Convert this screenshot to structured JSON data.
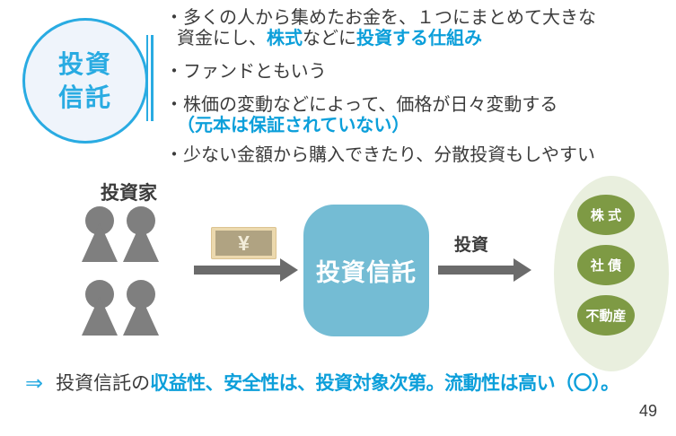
{
  "colors": {
    "accent_blue": "#29abe2",
    "highlight_blue": "#0c9fda",
    "box_teal": "#74bcd4",
    "olive_green": "#7e9a44",
    "pale_green": "#e9efde",
    "figure_gray": "#7f7f7f",
    "arrow_gray": "#6b6b6b",
    "note_outer": "#ecd9ae",
    "note_inner": "#b0a382",
    "note_symbol": "#f2ecd9",
    "text_dark": "#3b3b3b"
  },
  "topic": {
    "line1": "投資",
    "line2": "信託"
  },
  "bullets": {
    "b1_line1": "・多くの人から集めたお金を、１つにまとめて大きな",
    "b1_line2_pre": "資金にし、",
    "b1_line2_hl1": "株式",
    "b1_line2_mid": "などに",
    "b1_line2_hl2": "投資する仕組み",
    "b2": "・ファンドともいう",
    "b3_line1": "・株価の変動などによって、価格が日々変動する",
    "b3_line2": "（元本は保証されていない）",
    "b4": "・少ない金額から購入できたり、分散投資もしやすい"
  },
  "diagram": {
    "investors_label": "投資家",
    "banknote_symbol": "¥",
    "fund_box_label": "投資信託",
    "invest_arrow_label": "投資",
    "assets": [
      "株 式",
      "社 債",
      "不動産"
    ]
  },
  "conclusion": {
    "arrow": "⇒",
    "lead_text": "投資信託の",
    "highlight_text": "収益性、安全性は、投資対象次第。流動性は高い（〇）。"
  },
  "page_number": "49"
}
